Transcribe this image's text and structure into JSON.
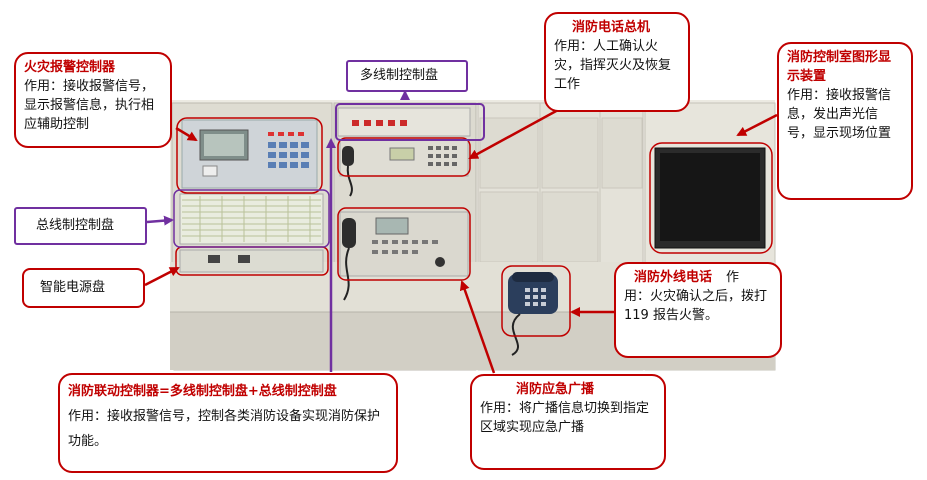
{
  "callouts": {
    "fire_alarm_controller": {
      "title": "火灾报警控制器",
      "desc": "作用：接收报警信号，显示报警信息，执行相应辅助控制"
    },
    "multiline_panel": {
      "title": "多线制控制盘"
    },
    "bus_panel": {
      "title": "总线制控制盘"
    },
    "power_panel": {
      "title": "智能电源盘"
    },
    "fire_phone_host": {
      "title": "消防电话总机",
      "desc": "作用：人工确认火灾，指挥灭火及恢复工作"
    },
    "graphic_display": {
      "title": "消防控制室图形显示装置",
      "desc": "作用：接收报警信息，发出声光信号，显示现场位置"
    },
    "external_phone": {
      "title": "消防外线电话",
      "desc_head": "作",
      "desc": "用：火灾确认之后，拨打 119 报告火警。"
    },
    "linkage_controller": {
      "title": "消防联动控制器=多线制控制盘+总线制控制盘",
      "desc": "作用：接收报警信号，控制各类消防设备实现消防保护功能。"
    },
    "emergency_broadcast": {
      "title": "消防应急广播",
      "desc": "作用：将广播信息切换到指定区域实现应急广播"
    }
  },
  "colors": {
    "red": "#c00000",
    "purple": "#7030a0",
    "console": "#e8e6dc"
  }
}
